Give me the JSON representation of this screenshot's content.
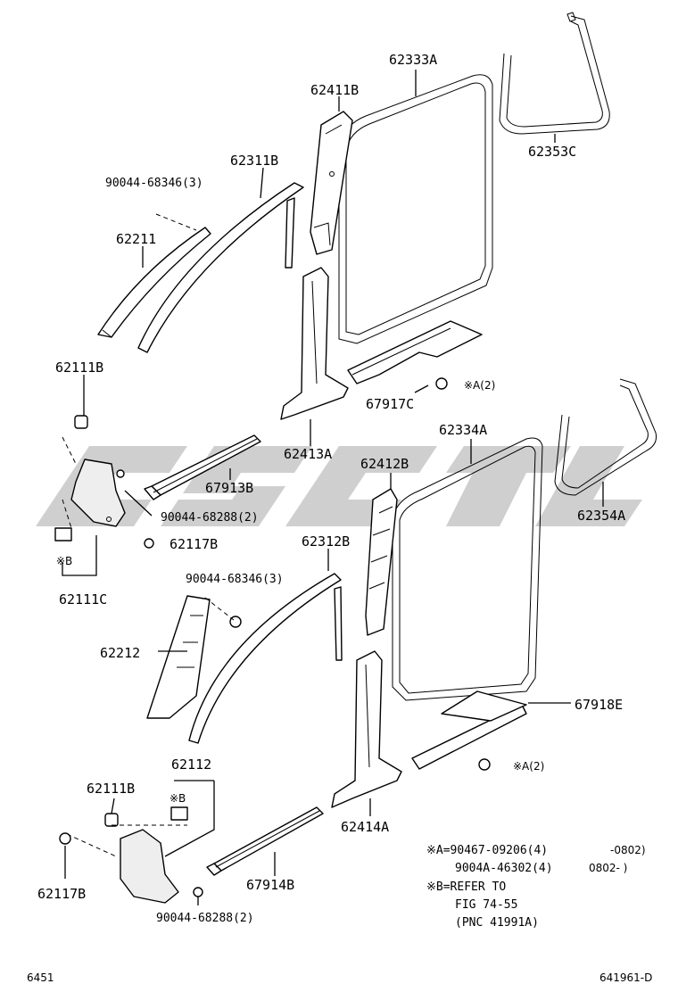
{
  "parts": {
    "p62333a": "62333A",
    "p62353c": "62353C",
    "p62411b": "62411B",
    "p62311b": "62311B",
    "p90044_68346_top": "90044-68346(3)",
    "p62211": "62211",
    "p62111b_top": "62111B",
    "p67917c": "67917C",
    "p62413a": "62413A",
    "p62334a": "62334A",
    "p62412b": "62412B",
    "p62354a": "62354A",
    "p67913b": "67913B",
    "p90044_68288_top": "90044-68288(2)",
    "p62117b_top": "62117B",
    "p62111c": "62111C",
    "p62312b": "62312B",
    "p90044_68346_mid": "90044-68346(3)",
    "p62212": "62212",
    "p67918e": "67918E",
    "p62112": "62112",
    "p62111b_bot": "62111B",
    "p62414a": "62414A",
    "p62117b_bot": "62117B",
    "p67914b": "67914B",
    "p90044_68288_bot": "90044-68288(2)"
  },
  "callouts": {
    "a2_top": "※A(2)",
    "a2_bot": "※A(2)",
    "b_top": "※B",
    "b_bot": "※B"
  },
  "notes": {
    "a_line1": "※A=90467-09206(4)",
    "a_line1_range": "-0802)",
    "a_line2": "9004A-46302(4)",
    "a_line2_range": "0802-    )",
    "b_line1": "※B=REFER TO",
    "b_line2": "FIG 74-55",
    "b_line3": "(PNC 41991A)"
  },
  "footer": {
    "left_code": "6451",
    "right_code": "641961-D"
  }
}
